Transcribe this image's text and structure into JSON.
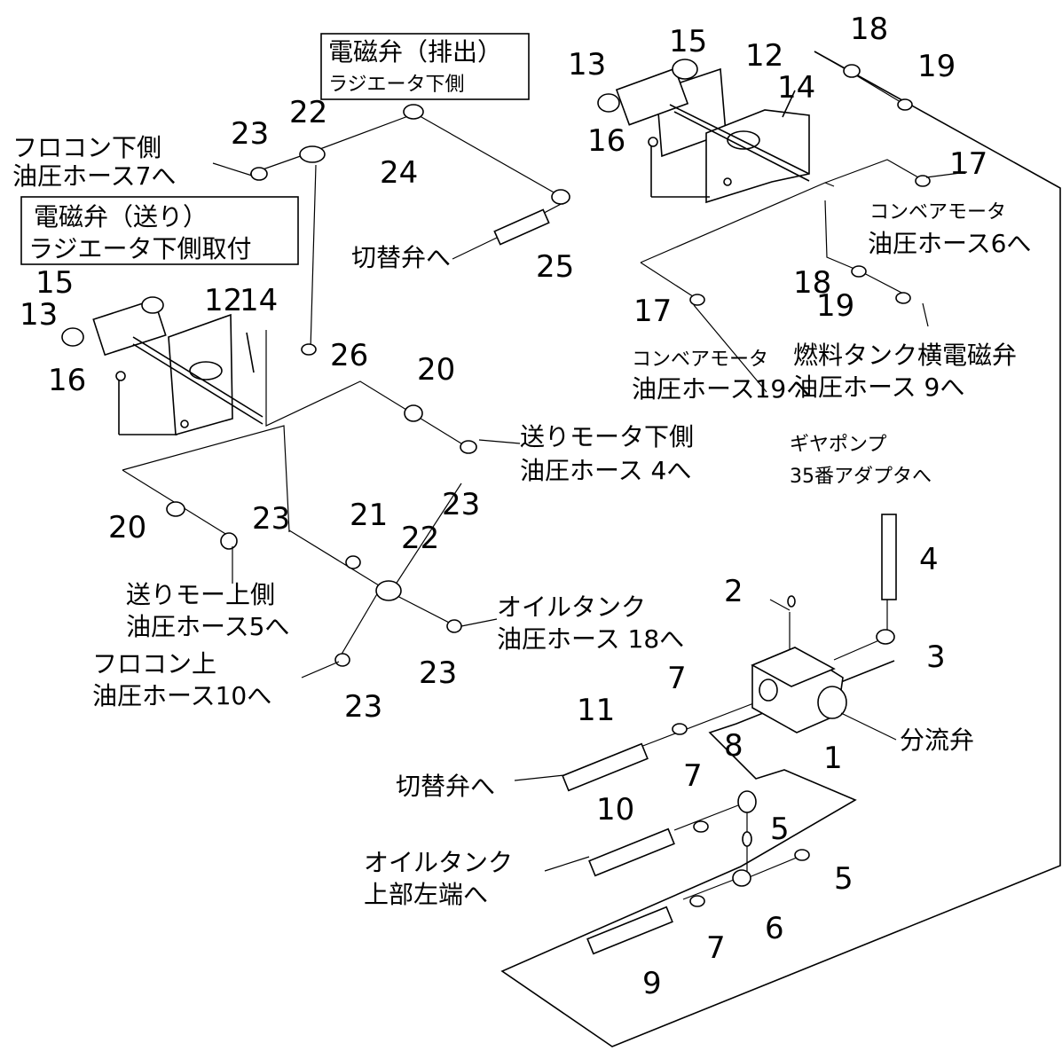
{
  "labels": {
    "valve_discharge_l1": "電磁弁（排出）",
    "valve_discharge_l2": "ラジエータ下側",
    "valve_feed_l1": "電磁弁（送り）",
    "valve_feed_l2": "ラジエータ下側取付",
    "frocon_lower_l1": "フロコン下側",
    "frocon_lower_l2": "油圧ホース7へ",
    "switch_valve_top": "切替弁へ",
    "conveyor_motor_a_l1": "コンベアモータ",
    "conveyor_motor_a_l2": "油圧ホース6へ",
    "conveyor_motor_b_l1": "コンベアモータ",
    "conveyor_motor_b_l2": "油圧ホース19へ",
    "fuel_tank_l1": "燃料タンク横電磁弁",
    "fuel_tank_l2": "油圧ホース 9へ",
    "feed_motor_lower_l1": "送りモータ下側",
    "feed_motor_lower_l2": "油圧ホース 4へ",
    "gear_pump_l1": "ギヤポンプ",
    "gear_pump_l2": "35番アダプタへ",
    "feed_motor_upper_l1": "送りモー上側",
    "feed_motor_upper_l2": "油圧ホース5へ",
    "oil_tank_l1": "オイルタンク",
    "oil_tank_l2": "油圧ホース 18へ",
    "frocon_upper_l1": "フロコン上",
    "frocon_upper_l2": "油圧ホース10へ",
    "divider_valve": "分流弁",
    "switch_valve_bottom": "切替弁へ",
    "oil_tank_top_l1": "オイルタンク",
    "oil_tank_top_l2": "上部左端へ"
  },
  "callouts": {
    "n1": "1",
    "n2": "2",
    "n3": "3",
    "n4": "4",
    "n5a": "5",
    "n5b": "5",
    "n6": "6",
    "n7a": "7",
    "n7b": "7",
    "n7c": "7",
    "n8": "8",
    "n9": "9",
    "n10": "10",
    "n11": "11",
    "n12a": "12",
    "n12b": "12",
    "n13a": "13",
    "n13b": "13",
    "n14a": "14",
    "n14b": "14",
    "n15a": "15",
    "n15b": "15",
    "n16a": "16",
    "n16b": "16",
    "n17a": "17",
    "n17b": "17",
    "n18a": "18",
    "n18b": "18",
    "n19a": "19",
    "n19b": "19",
    "n20a": "20",
    "n20b": "20",
    "n21": "21",
    "n22a": "22",
    "n22b": "22",
    "n23a": "23",
    "n23b": "23",
    "n23c": "23",
    "n23d": "23",
    "n23e": "23",
    "n24": "24",
    "n25": "25",
    "n26": "26"
  }
}
